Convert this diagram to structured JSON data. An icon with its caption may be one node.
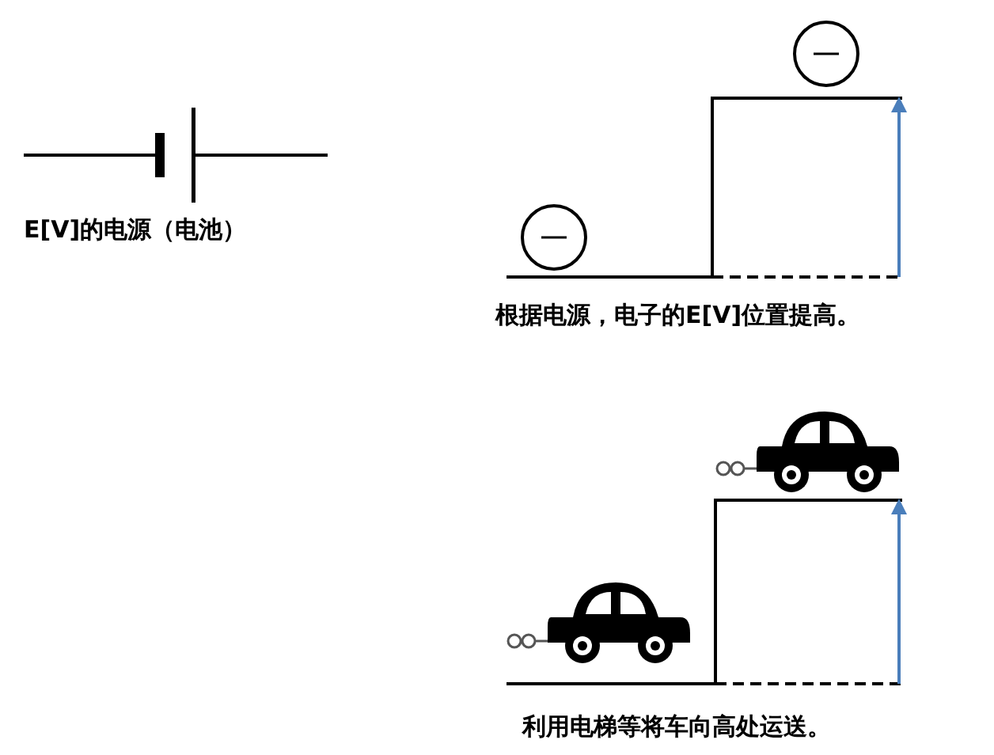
{
  "diagram": {
    "labels": [
      "E[V]的电源（电池）",
      "根据电源，电子的E[V]位置提高。",
      "利用电梯等将车向高处运送。"
    ]
  }
}
